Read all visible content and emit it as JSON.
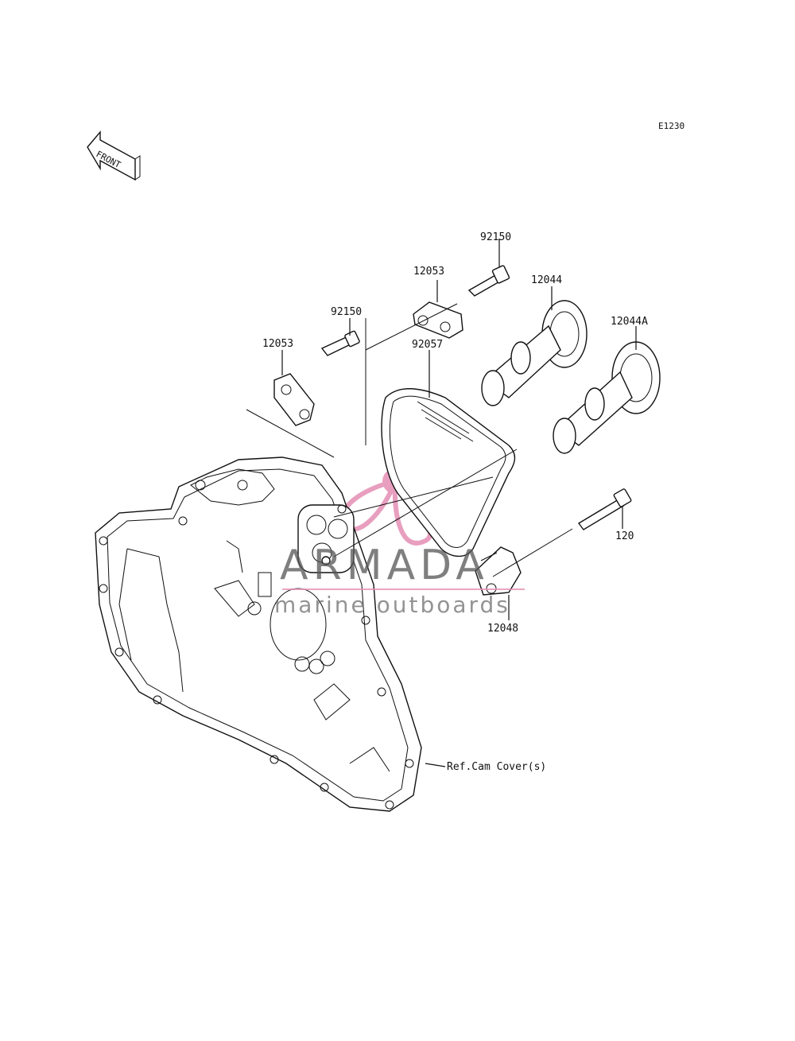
{
  "diagram": {
    "code": "E1230",
    "front_label": "FRONT",
    "callouts": [
      {
        "id": "bolt-top",
        "text": "92150"
      },
      {
        "id": "guide-top",
        "text": "12053"
      },
      {
        "id": "cam-1",
        "text": "12044"
      },
      {
        "id": "cam-2",
        "text": "12044A"
      },
      {
        "id": "bolt-left",
        "text": "92150"
      },
      {
        "id": "guide-left",
        "text": "12053"
      },
      {
        "id": "chain",
        "text": "92057"
      },
      {
        "id": "bolt-right",
        "text": "120"
      },
      {
        "id": "tensioner",
        "text": "12048"
      },
      {
        "id": "ref",
        "text": "Ref.Cam Cover(s)"
      }
    ]
  },
  "watermark": {
    "brand": "ARMADA",
    "tagline": "marine outboards",
    "accent_color": "#e58fb4"
  }
}
